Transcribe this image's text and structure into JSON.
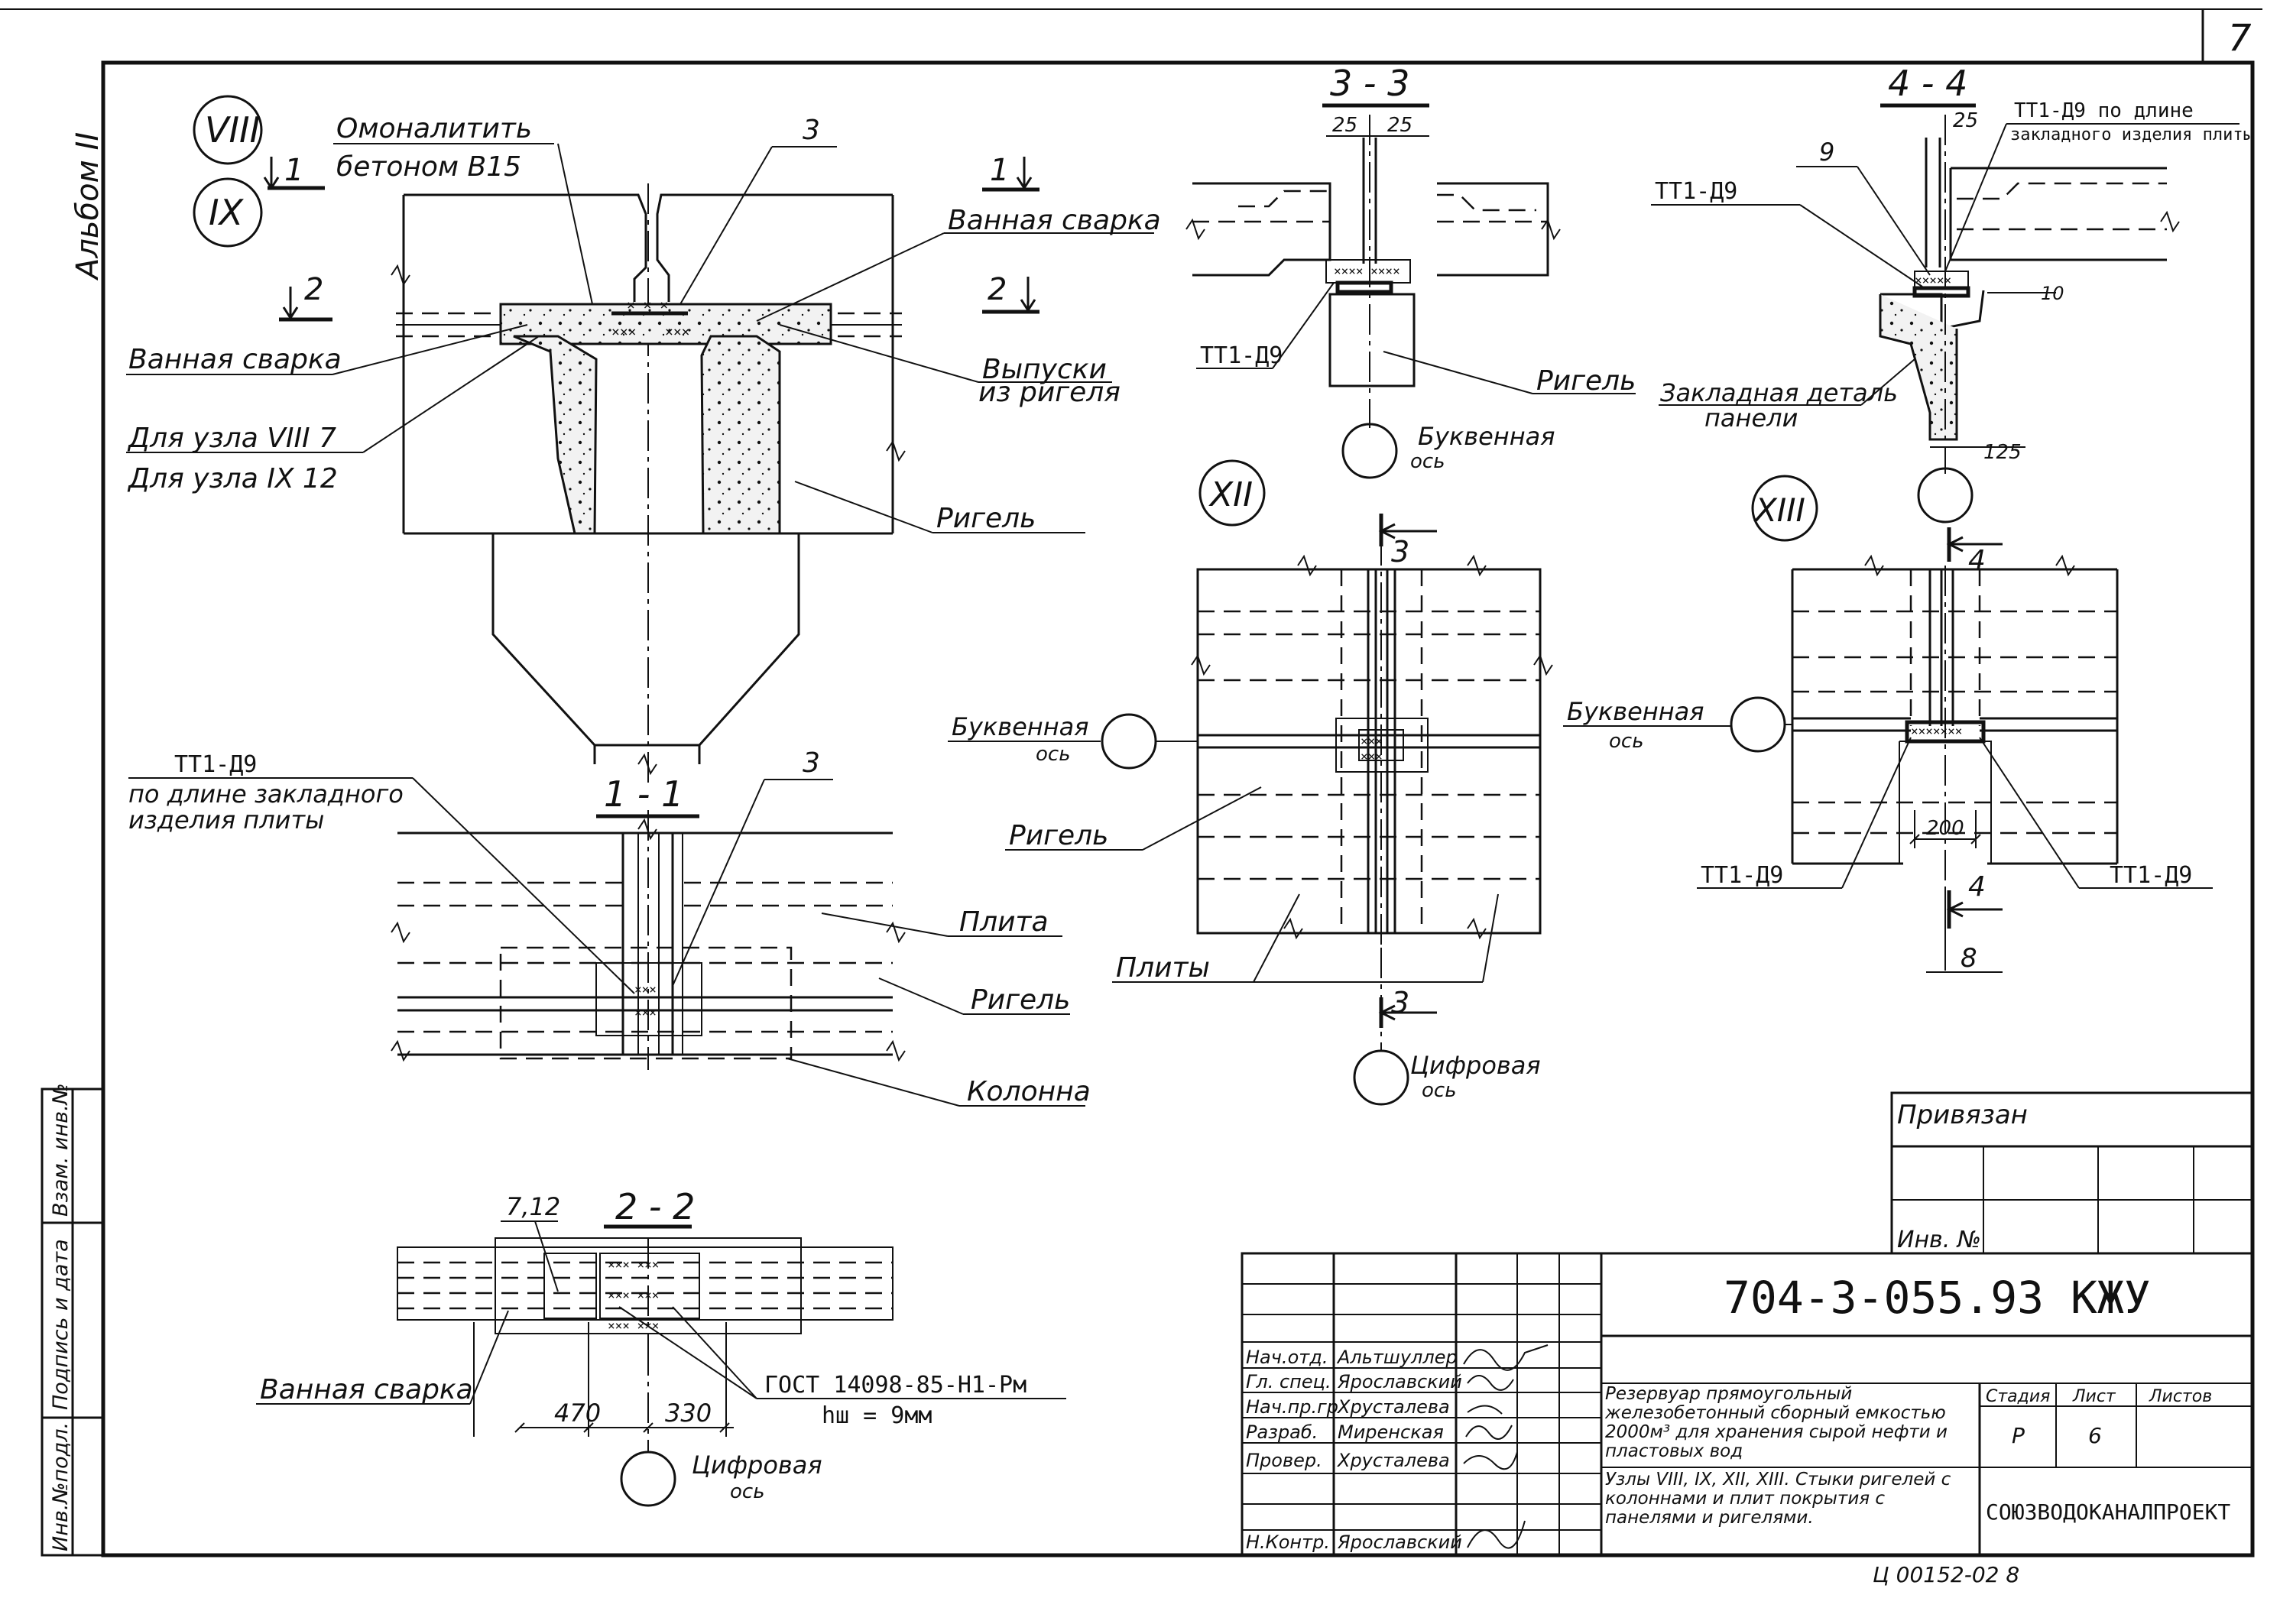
{
  "sheet": {
    "number": "7",
    "album": "Альбом II"
  },
  "nodes": {
    "viii": "VIII",
    "ix": "IX",
    "xii": "XII",
    "xiii": "XIII"
  },
  "sections": {
    "s11": "1 - 1",
    "s22": "2 - 2",
    "s33": "3 - 3",
    "s44": "4 - 4",
    "mark1": "1",
    "mark2": "2",
    "mark3": "3",
    "mark4": "4",
    "sheet8": "8"
  },
  "labels": {
    "monolith1": "Омоналитить",
    "monolith2": "бетоном В15",
    "item3": "3",
    "bath_weld": "Ванная сварка",
    "bath_weld2": "Ванная сварка",
    "bath_weld3": "Ванная сварка",
    "outlets1": "Выпуски",
    "outlets2": "из ригеля",
    "node_viii": "Для узла VIII 7",
    "node_ix": "Для узла IX 12",
    "girder": "Ригель",
    "girder2": "Ригель",
    "girder3": "Ригель",
    "girder4": "Ригель",
    "weld_a": "ТТ1-Д9",
    "weld_b1": "ТТ1-Д9",
    "weld_b2": "по длине закладного",
    "weld_b3": "изделия плиты",
    "weld_c": "ТТ1-Д9 по длине",
    "weld_d": "закладного изделия плиты",
    "weld_e": "ТТ1-Д9",
    "weld_f": "ТТ1-Д9",
    "weld_g": "ТТ1-Д9",
    "item3b": "3",
    "item9": "9",
    "slab": "Плита",
    "slabs": "Плиты",
    "column": "Колонна",
    "embed1": "Закладная деталь",
    "embed2": "панели",
    "letter_axis": "Буквенная",
    "letter_axis2": "Буквенная",
    "letter_axis3": "Буквенная",
    "axis": "ось",
    "digit_axis": "Цифровая",
    "digit_axis2": "Цифровая",
    "gost": "ГОСТ 14098-85-Н1-Рм",
    "hw": "hш = 9мм",
    "ref712": "7,12",
    "d25a": "25",
    "d25b": "25",
    "d25c": "25",
    "d10": "10",
    "d125": "125",
    "d200": "200",
    "d470": "470",
    "d330": "330"
  },
  "side_stamp": {
    "inv_orig": "Инв.№подл.",
    "sign_date": "Подпись и дата",
    "swap_inv": "Взам. инв.№"
  },
  "title_block": {
    "tied": "Привязан",
    "inv_no": "Инв. №",
    "code": "704-3-055.93 КЖУ",
    "description": "Резервуар прямоугольный железобетонный сборный емкостью 2000м³ для хранения сырой нефти и пластовых вод",
    "sheet_title": "Узлы VIII, IX, XII, XIII. Стыки ригелей с колоннами и плит покрытия с панелями и ригелями.",
    "stage_h": "Стадия",
    "sheet_h": "Лист",
    "sheets_h": "Листов",
    "stage": "Р",
    "sheet": "6",
    "org": "СОЮЗВОДОКАНАЛПРОЕКТ",
    "archive": "Ц 00152-02  8",
    "people": [
      {
        "role": "Нач.отд.",
        "name": "Альтшуллер"
      },
      {
        "role": "Гл. спец.",
        "name": "Ярославский"
      },
      {
        "role": "Нач.пр.гр",
        "name": "Хрусталева"
      },
      {
        "role": "Разраб.",
        "name": "Миренская"
      },
      {
        "role": "Провер.",
        "name": "Хрусталева"
      },
      {
        "role": "",
        "name": ""
      },
      {
        "role": "Н.Контр.",
        "name": "Ярославский"
      }
    ]
  }
}
